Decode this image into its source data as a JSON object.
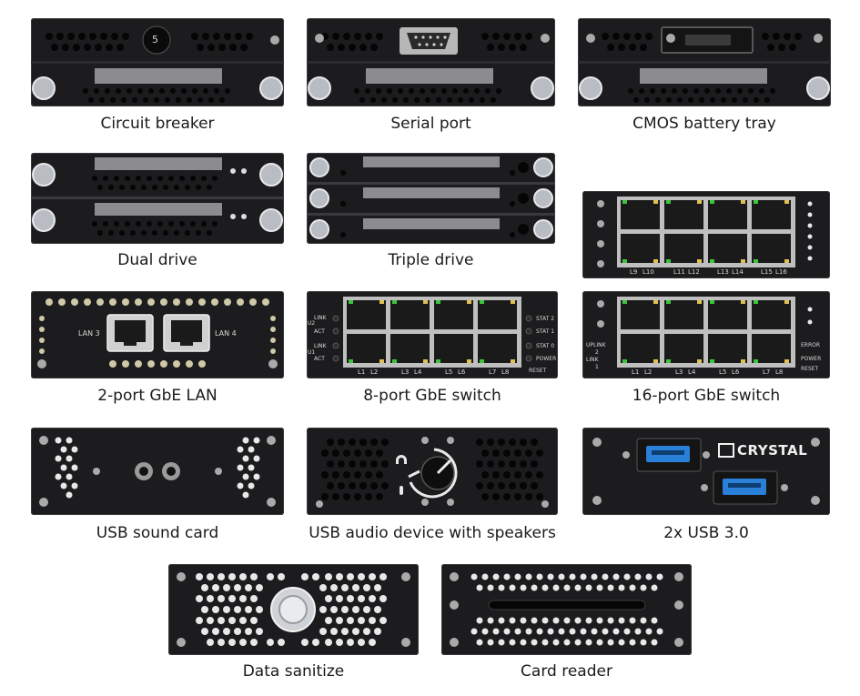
{
  "modules": [
    {
      "caption": "Circuit breaker",
      "knob_label": "5"
    },
    {
      "caption": "Serial port"
    },
    {
      "caption": "CMOS battery tray"
    },
    {
      "caption": "Dual drive"
    },
    {
      "caption": "Triple drive"
    },
    {
      "caption": "2-port GbE LAN",
      "port_labels": [
        "LAN 3",
        "LAN 4"
      ]
    },
    {
      "caption": "8-port GbE switch",
      "left_labels": [
        "U2",
        "LINK",
        "ACT",
        "U1",
        "LINK",
        "ACT"
      ],
      "right_labels": [
        "STAT 2",
        "STAT 1",
        "STAT 0",
        "POWER",
        "RESET"
      ],
      "bottom_labels": [
        "L1",
        "L2",
        "L3",
        "L4",
        "L5",
        "L6",
        "L7",
        "L8"
      ]
    },
    {
      "caption": "16-port GbE switch",
      "top_labels": [
        "L9",
        "L10",
        "L11",
        "L12",
        "L13",
        "L14",
        "L15",
        "L16"
      ],
      "bottom_labels": [
        "L1",
        "L2",
        "L3",
        "L4",
        "L5",
        "L6",
        "L7",
        "L8"
      ],
      "left_labels": [
        "UPLINK",
        "2",
        "LINK",
        "1"
      ],
      "right_labels": [
        "ERROR",
        "POWER",
        "RESET"
      ]
    },
    {
      "caption": "USB sound card"
    },
    {
      "caption": "USB audio device with speakers"
    },
    {
      "caption": "2x USB 3.0",
      "brand": "CRYSTAL"
    },
    {
      "caption": "Data sanitize"
    },
    {
      "caption": "Card reader"
    }
  ],
  "colors": {
    "panel": "#1c1c1e",
    "port_led": "#3cc43c",
    "usb_blue": "#2a7fd8",
    "caption": "#1a1a1a"
  }
}
